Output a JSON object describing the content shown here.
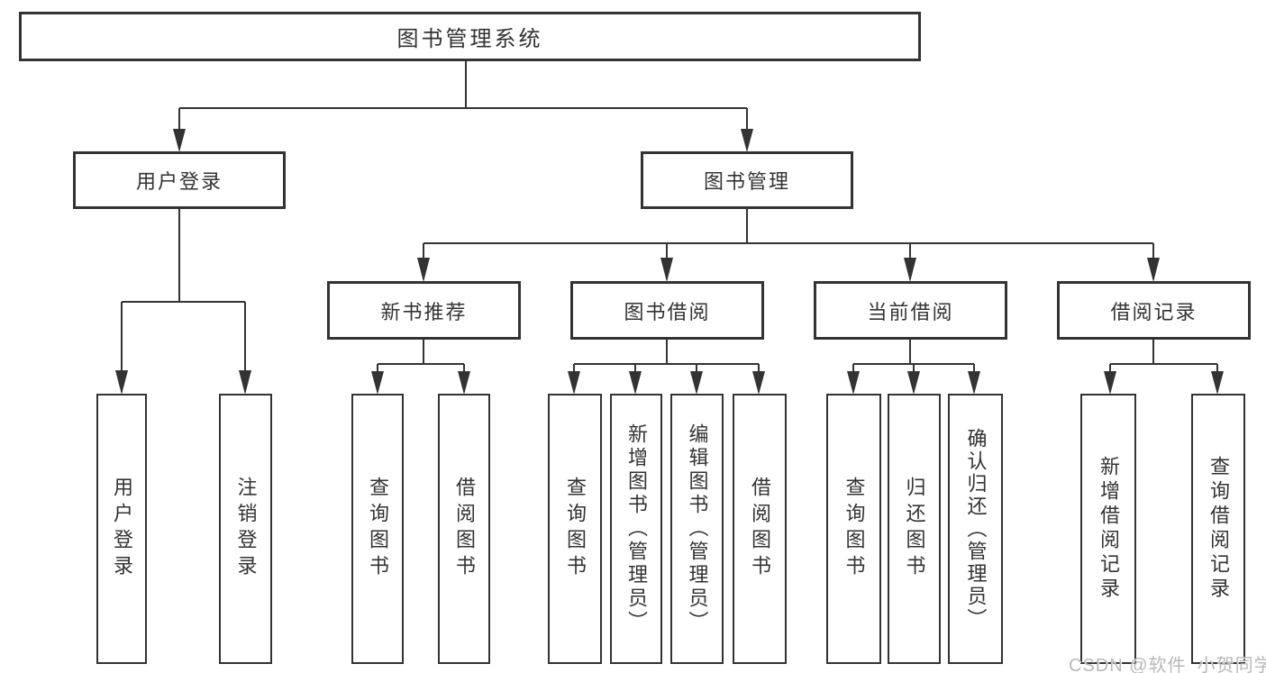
{
  "diagram": {
    "type": "hierarchy-tree",
    "root": {
      "label": "图书管理系统"
    },
    "level2": [
      {
        "label": "用户登录"
      },
      {
        "label": "图书管理"
      }
    ],
    "level3": [
      {
        "label": "新书推荐",
        "parent": "图书管理"
      },
      {
        "label": "图书借阅",
        "parent": "图书管理"
      },
      {
        "label": "当前借阅",
        "parent": "图书管理"
      },
      {
        "label": "借阅记录",
        "parent": "图书管理"
      }
    ],
    "leaves": [
      {
        "label": "用户登录",
        "parent": "用户登录"
      },
      {
        "label": "注销登录",
        "parent": "用户登录"
      },
      {
        "label": "查询图书",
        "parent": "新书推荐"
      },
      {
        "label": "借阅图书",
        "parent": "新书推荐"
      },
      {
        "label": "查询图书",
        "parent": "图书借阅"
      },
      {
        "label": "新增图书（管理员）",
        "parent": "图书借阅"
      },
      {
        "label": "编辑图书（管理员）",
        "parent": "图书借阅"
      },
      {
        "label": "借阅图书",
        "parent": "图书借阅"
      },
      {
        "label": "查询图书",
        "parent": "当前借阅"
      },
      {
        "label": "归还图书",
        "parent": "当前借阅"
      },
      {
        "label": "确认归还（管理员）",
        "parent": "当前借阅"
      },
      {
        "label": "新增借阅记录",
        "parent": "借阅记录"
      },
      {
        "label": "查询借阅记录",
        "parent": "借阅记录"
      }
    ]
  },
  "colors": {
    "line": "#333333",
    "box_border": "#333333",
    "text": "#333333",
    "background": "#ffffff",
    "watermark": "#b9b9b9"
  },
  "watermark": "CSDN @软件_小贺同学"
}
